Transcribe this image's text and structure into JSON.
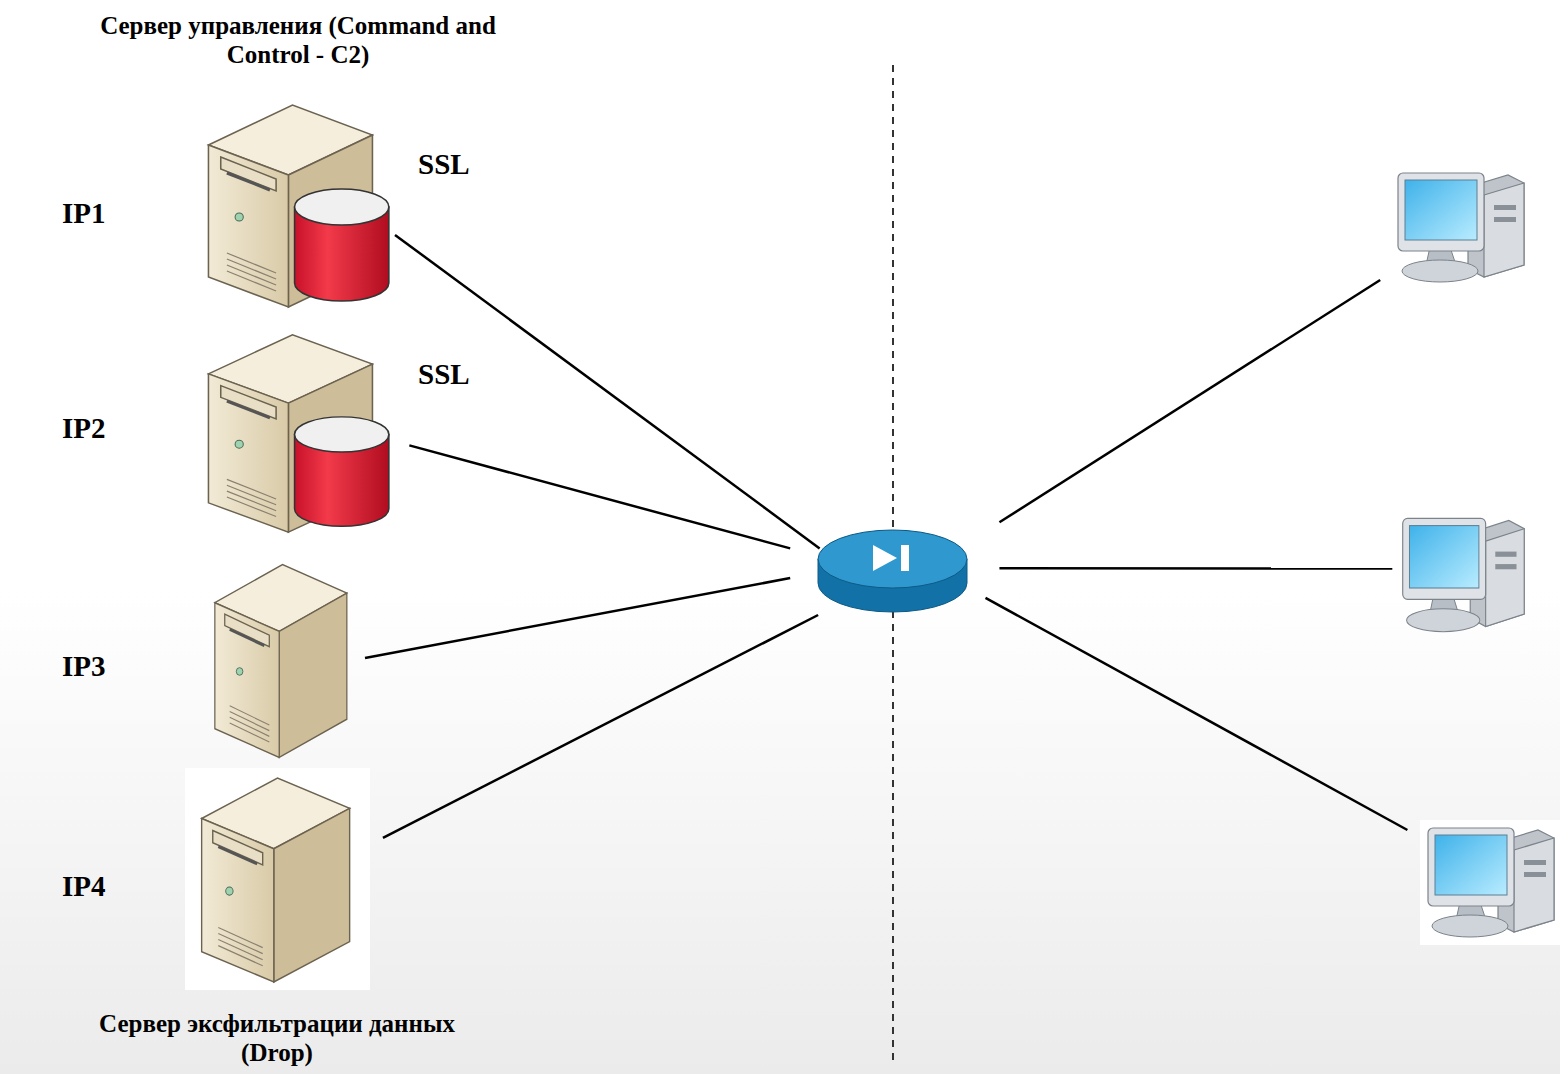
{
  "diagram": {
    "nodes": [
      {
        "text": [
          "Сервер управления (Command and Control - C2)",
          "IP1"
        ]
      },
      {
        "text": [
          "IP2"
        ]
      },
      {
        "text": [
          "IP3"
        ]
      },
      {
        "text": [
          "IP4",
          "Сервер эксфильтрации данных (Drop)"
        ]
      },
      {
        "text": []
      },
      {
        "text": []
      },
      {
        "text": []
      },
      {
        "text": []
      }
    ],
    "edges": [
      {
        "from": 0,
        "to": 4,
        "arrow": "none",
        "label": "SSL"
      },
      {
        "from": 1,
        "to": 4,
        "arrow": "none",
        "label": "SSL"
      },
      {
        "from": 2,
        "to": 4,
        "arrow": "none"
      },
      {
        "from": 3,
        "to": 4,
        "arrow": "none"
      },
      {
        "from": 4,
        "to": 5,
        "arrow": "none"
      },
      {
        "from": 4,
        "to": 6,
        "arrow": "none"
      },
      {
        "from": 4,
        "to": 7,
        "arrow": "none"
      }
    ]
  }
}
